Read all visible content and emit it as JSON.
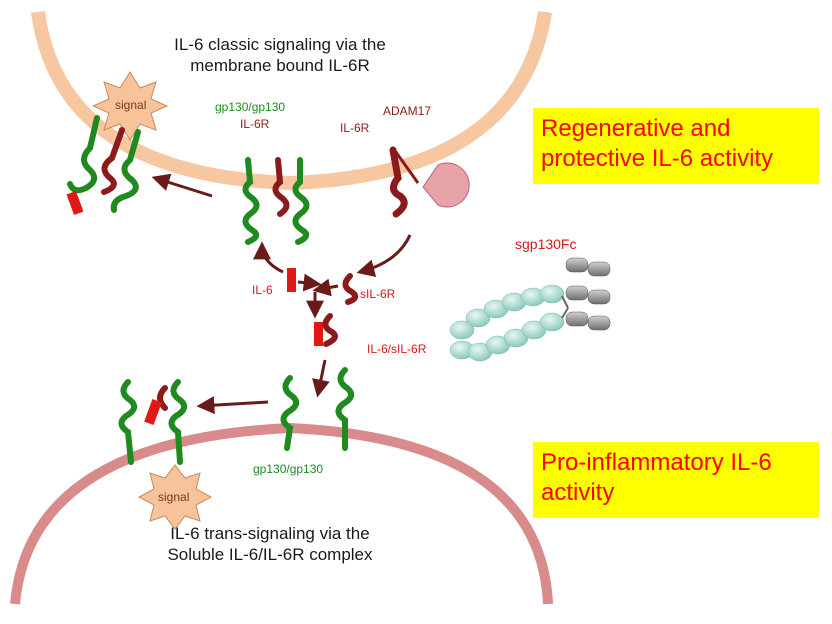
{
  "top_title": [
    "IL-6 classic signaling via the",
    "membrane bound IL-6R"
  ],
  "bottom_title": [
    "IL-6 trans-signaling via the",
    "Soluble IL-6/IL-6R complex"
  ],
  "labels": {
    "gp130_top": "gp130/gp130",
    "il6r_top": "IL-6R",
    "il6r_adam": "IL-6R",
    "adam17": "ADAM17",
    "il6": "IL-6",
    "sil6r": "sIL-6R",
    "complex": "IL-6/sIL-6R",
    "sgp130fc": "sgp130Fc",
    "gp130_bottom": "gp130/gp130",
    "signal": "signal"
  },
  "boxes": {
    "regenerative": [
      "Regenerative and",
      "protective IL-6 activity"
    ],
    "proinflammatory": [
      "Pro-inflammatory IL-6",
      "activity"
    ]
  },
  "colors": {
    "membrane_top": "#f6c7a0",
    "membrane_bottom": "#d98a8a",
    "gp130": "#1f8a1f",
    "il6r": "#8b1a1a",
    "il6": "#e01818",
    "arrow": "#6b1a1a",
    "adam17": "#e8a3a8",
    "sgp130": "#a9d8cf",
    "fc": "#9a9a9a",
    "box_bg": "#ffff00",
    "box_text": "#ff0000"
  }
}
